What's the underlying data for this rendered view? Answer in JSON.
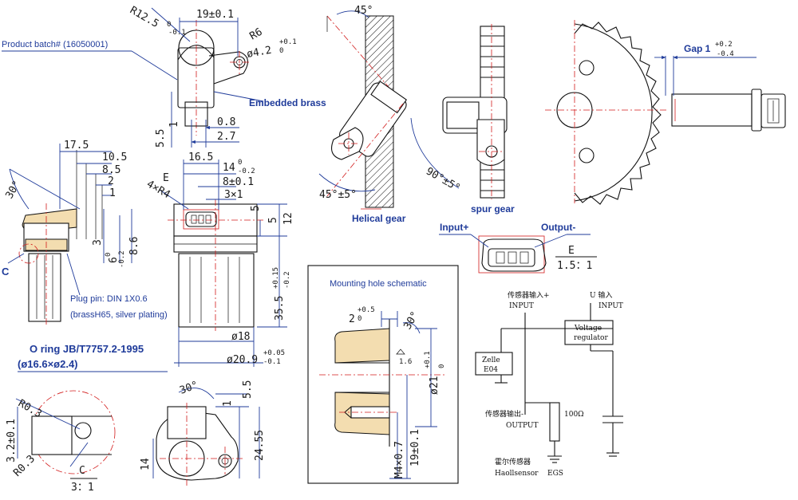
{
  "labels": {
    "product_batch": "Product batch# (16050001)",
    "embedded_brass": "Embedded brass",
    "helical_gear": "Helical gear",
    "spur_gear": "spur gear",
    "gap": "Gap 1",
    "gap_tol_upper": "+0.2",
    "gap_tol_lower": "-0.4",
    "input_plus": "Input+",
    "output_minus": "Output-",
    "view_e": "E",
    "scale_e": "1.5：1",
    "plug_pin_1": "Plug pin: DIN 1X0.6",
    "plug_pin_2": "(brassH65, silver plating)",
    "o_ring_1": "O ring JB/T7757.2-1995",
    "o_ring_2": "(ø16.6×ø2.4)",
    "mounting_title": "Mounting hole schematic",
    "view_c": "C",
    "scale_c": "3：1",
    "view_c_left": "C"
  },
  "dims": {
    "r12_5": "R12.5",
    "r12_5_tol": "-0.1",
    "r12_5_tol_up": "0",
    "d19": "19±0.1",
    "r6": "R6",
    "d4_2": "ø4.2",
    "d4_2_tol_up": "+0.1",
    "d4_2_tol_low": "0",
    "d5_5_a": "5.5",
    "d1_a": "1",
    "d0_8": "0.8",
    "d2_7": "2.7",
    "a45_top": "45°",
    "a45_bottom": "45°±5°",
    "a90": "90°±5°",
    "d17_5": "17.5",
    "d10_5": "10.5",
    "d8_5": "8.5",
    "d2_a": "2",
    "d1_b": "1",
    "a30_left": "30°",
    "d3_a": "3",
    "d6": "6",
    "d6_tol_up": "0",
    "d6_tol_low": "-0.2",
    "d8_6": "8.6",
    "d16_5": "16.5",
    "d14": "14",
    "d14_tol_up": "0",
    "d14_tol_low": "-0.2",
    "d8": "8±0.1",
    "d3x1": "3×1",
    "e_small": "E",
    "d4xr4": "4×R4",
    "d5": "5",
    "d5_b": "5",
    "d12": "12",
    "d35_5": "35.5",
    "d35_5_tol_up": "+0.15",
    "d35_5_tol_low": "-0.2",
    "d18": "ø18",
    "d20_9": "ø20.9",
    "d20_9_tol_up": "+0.05",
    "d20_9_tol_low": "-0.1",
    "d2_b": "2",
    "d2_b_tol_up": "+0.5",
    "d2_b_tol_low": "0",
    "a30_mh": "30°",
    "r1_6": "1.6",
    "d21": "ø21",
    "d21_tol_up": "+0.1",
    "d21_tol_low": "0",
    "m4": "M4×0.7",
    "d19_b": "19±0.1",
    "r0_3_a": "R0.3",
    "r0_3_b": "R0.3",
    "d3_2": "3.2±0.1",
    "a30_bot": "30°",
    "d1_c": "1",
    "d5_5_b": "5.5",
    "d24_55": "24.55",
    "d14_b": "14"
  },
  "circuit": {
    "sensor_input_cn": "传感器输入+",
    "sensor_input_en": "INPUT",
    "u_input_cn": "U 输入",
    "u_input_en": "INPUT",
    "voltage_regulator_1": "Voltage",
    "voltage_regulator_2": "regulator",
    "zelle_1": "Zelle",
    "zelle_2": "E04",
    "sensor_output_cn": "传感器输出-",
    "sensor_output_en": "OUTPUT",
    "resistor": "100Ω",
    "hall_cn": "霍尔传感器",
    "hall_en": "Haollsensor",
    "egs": "EGS"
  },
  "colors": {
    "ink": "#111111",
    "dimension_blue": "#1f3b9a",
    "centerline_red": "#d21b1b",
    "brass_tan": "#f3ddb0"
  }
}
